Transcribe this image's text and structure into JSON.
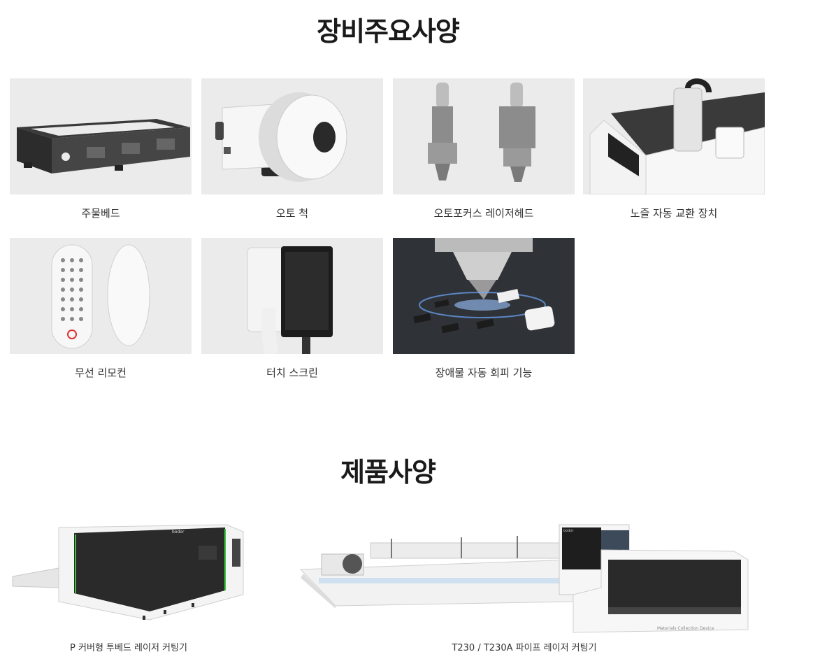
{
  "sections": {
    "equipment_title": "장비주요사양",
    "product_title": "제품사양"
  },
  "equipment": [
    {
      "label": "주물베드",
      "icon": "cast-bed-image"
    },
    {
      "label": "오토 척",
      "icon": "auto-chuck-image"
    },
    {
      "label": "오토포커스 레이저헤드",
      "icon": "autofocus-laser-head-image"
    },
    {
      "label": "노즐 자동 교환 장치",
      "icon": "nozzle-changer-image"
    },
    {
      "label": "무선 리모컨",
      "icon": "wireless-remote-image"
    },
    {
      "label": "터치 스크린",
      "icon": "touch-screen-image"
    },
    {
      "label": "장애물 자동 회피 기능",
      "icon": "obstacle-avoidance-image"
    }
  ],
  "products": [
    {
      "label": "P 커버형 투베드 레이저 커팅기",
      "icon": "p-cover-laser-cutter-image"
    },
    {
      "label": "T230 / T230A 파이프 레이저 커팅기",
      "icon": "t230-pipe-laser-cutter-image"
    }
  ],
  "brand": "bodor",
  "product_note": "Materials Collection Device"
}
